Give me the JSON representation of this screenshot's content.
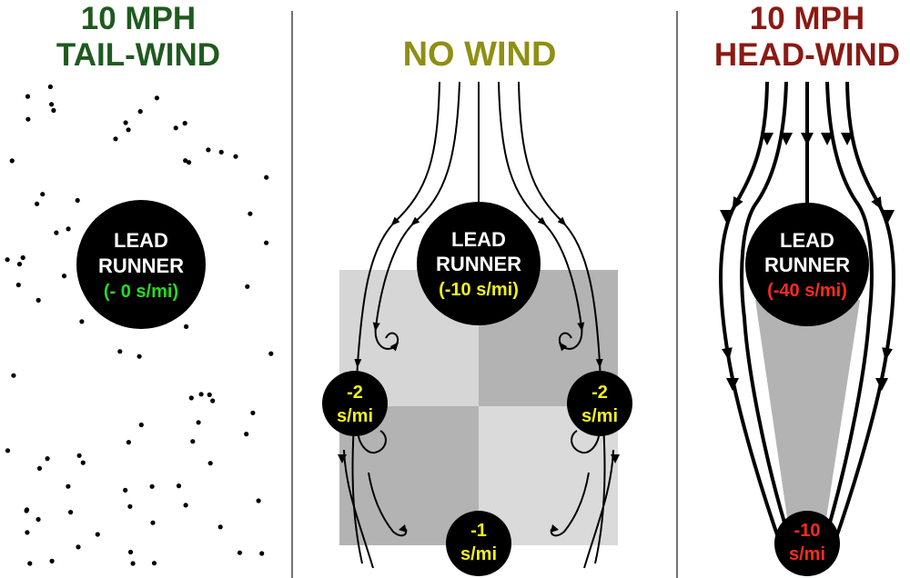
{
  "colors": {
    "tailwind": "#1f5a1f",
    "nowind": "#8f8f14",
    "headwind": "#8a1a14",
    "runner_fill": "#000000",
    "runner_text": "#ffffff",
    "saving_green": "#22dd22",
    "saving_yellow": "#f2f21a",
    "saving_red": "#ff2b20",
    "shade_light": "#d9d9d9",
    "shade_dark": "#b8b8b8",
    "wake": "#b3b3b3"
  },
  "panels": {
    "tailwind": {
      "title_line1": "10 MPH",
      "title_line2": "TAIL-WIND",
      "lead_runner": {
        "line1": "LEAD",
        "line2": "RUNNER",
        "saving": "(- 0 s/mi)"
      }
    },
    "nowind": {
      "title": "NO WIND",
      "lead_runner": {
        "line1": "LEAD",
        "line2": "RUNNER",
        "saving": "(-10 s/mi)"
      },
      "left_runner": {
        "line1": "-2",
        "line2": "s/mi"
      },
      "right_runner": {
        "line1": "-2",
        "line2": "s/mi"
      },
      "rear_runner": {
        "line1": "-1",
        "line2": "s/mi"
      }
    },
    "headwind": {
      "title_line1": "10 MPH",
      "title_line2": "HEAD-WIND",
      "lead_runner": {
        "line1": "LEAD",
        "line2": "RUNNER",
        "saving": "(-40 s/mi)"
      },
      "rear_runner": {
        "line1": "-10",
        "line2": "s/mi"
      }
    }
  }
}
